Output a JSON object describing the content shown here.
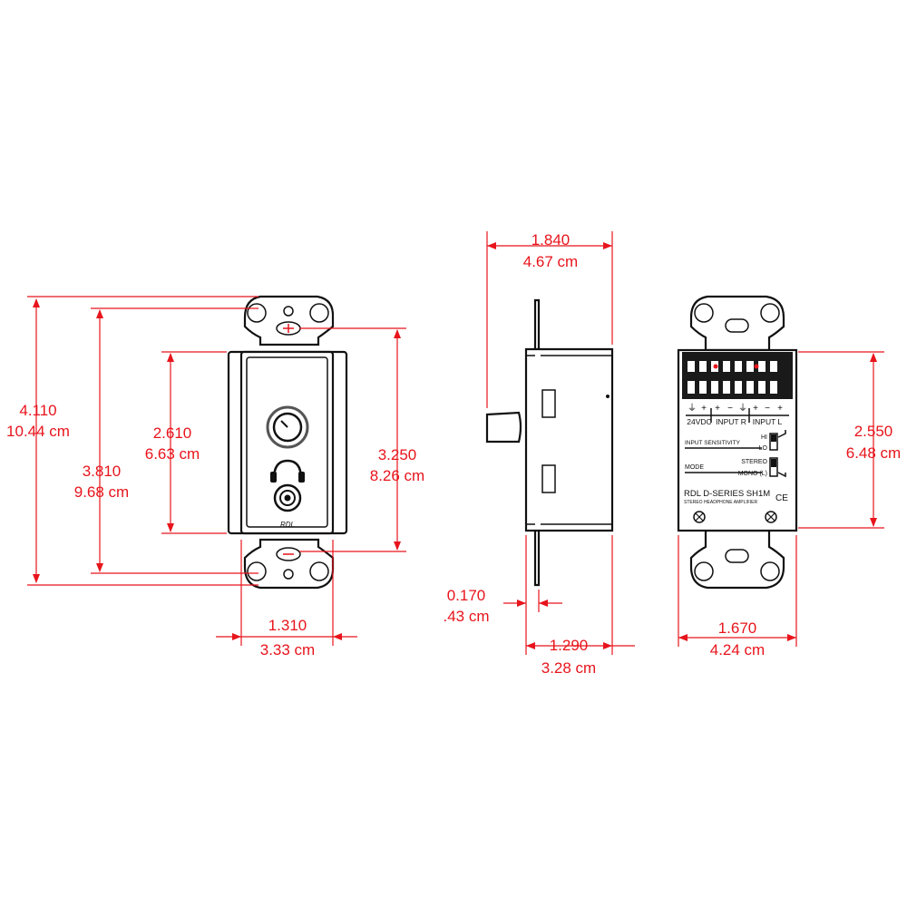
{
  "colors": {
    "dimension": "#e8141c",
    "outline": "#111111",
    "background": "#ffffff"
  },
  "front_view": {
    "dim_height_total": {
      "in": "4.110",
      "cm": "10.44 cm"
    },
    "dim_height_plate": {
      "in": "3.810",
      "cm": "9.68 cm"
    },
    "dim_height_panel": {
      "in": "2.610",
      "cm": "6.63 cm"
    },
    "dim_height_mount": {
      "in": "3.250",
      "cm": "8.26 cm"
    },
    "dim_width": {
      "in": "1.310",
      "cm": "3.33 cm"
    },
    "brand_mark": "RDL",
    "icons": [
      "volume-knob-icon",
      "headphones-icon",
      "headphone-jack-icon",
      "plus-screw-icon"
    ]
  },
  "side_view": {
    "dim_depth": {
      "in": "1.840",
      "cm": "4.67 cm"
    },
    "dim_flange": {
      "in": "0.170",
      "cm": ".43 cm"
    },
    "dim_body": {
      "in": "1.290",
      "cm": "3.28 cm"
    }
  },
  "rear_view": {
    "dim_height": {
      "in": "2.550",
      "cm": "6.48 cm"
    },
    "dim_width": {
      "in": "1.670",
      "cm": "4.24 cm"
    },
    "terminal_symbols": [
      "⏚",
      "+",
      "+",
      "−",
      "⏚",
      "+",
      "−",
      "+"
    ],
    "terminal_groups": [
      "24VDC",
      "INPUT R",
      "INPUT L"
    ],
    "input_sensitivity_label": "INPUT SENSITIVITY",
    "sensitivity_hi": "HI",
    "sensitivity_lo": "LO",
    "mode_label": "MODE",
    "mode_stereo": "STEREO",
    "mode_mono": "MONO (L)",
    "model": "RDL D-SERIES SH1M",
    "description": "STEREO HEADPHONE AMPLIFIER",
    "ce_mark": "CE"
  }
}
